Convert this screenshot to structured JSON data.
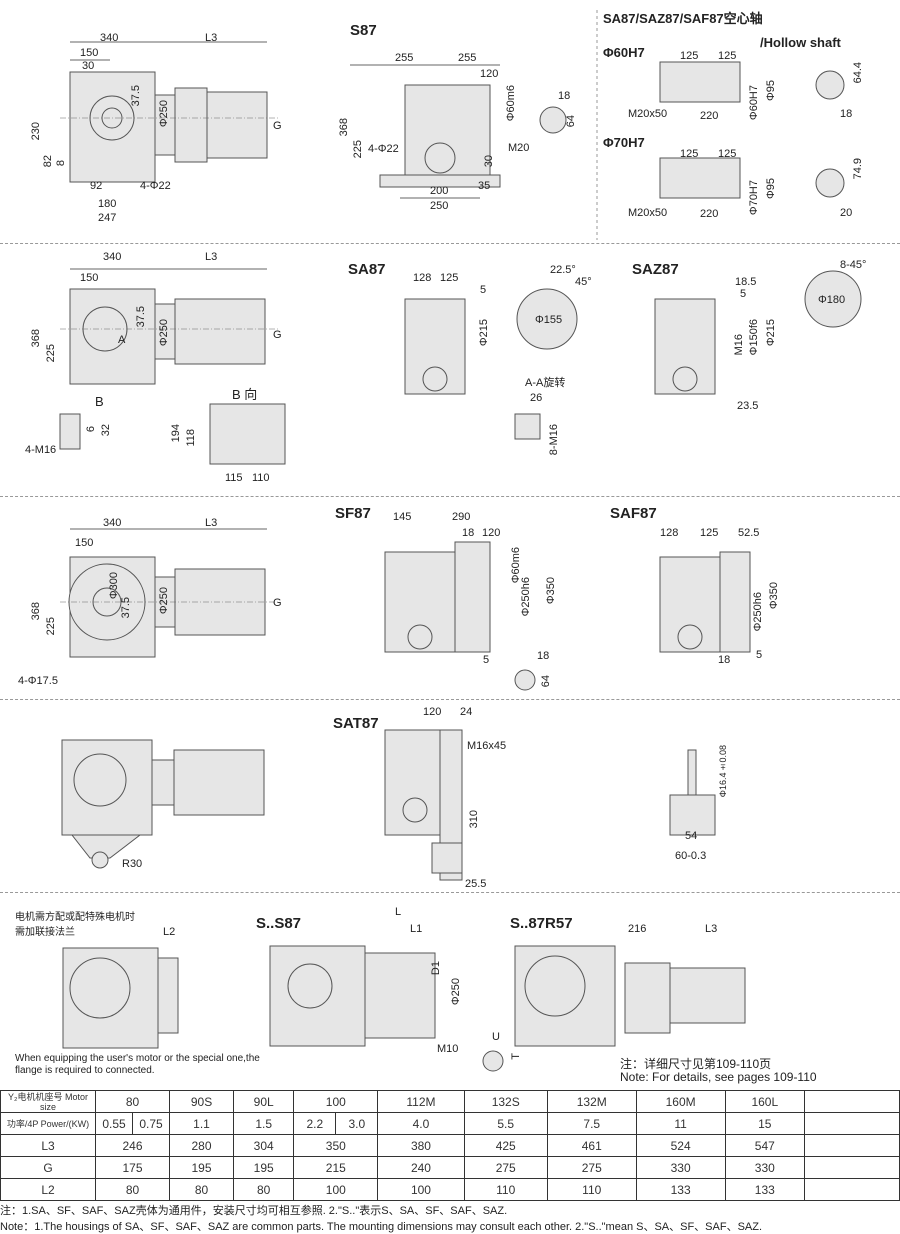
{
  "p1": {
    "title": "S87",
    "hollow_title": "SA87/SAZ87/SAF87空心轴",
    "hollow_sub": "/Hollow shaft",
    "h60": "Φ60H7",
    "h70": "Φ70H7",
    "labels": [
      "340",
      "L3",
      "150",
      "30",
      "37.5",
      "230",
      "82",
      "8",
      "Φ250",
      "G",
      "92",
      "4-Φ22",
      "180",
      "247",
      "255",
      "255",
      "120",
      "368",
      "225",
      "4-Φ22",
      "Φ60m6",
      "18",
      "64",
      "M20",
      "30",
      "35",
      "200",
      "250",
      "125",
      "125",
      "Φ95",
      "Φ60H7",
      "64.4",
      "M20x50",
      "220",
      "18",
      "125",
      "125",
      "Φ95",
      "Φ70H7",
      "74.9",
      "M20x50",
      "220",
      "20"
    ]
  },
  "p2": {
    "sa": "SA87",
    "saz": "SAZ87",
    "bdir": "B 向",
    "aa": "A-A旋转",
    "labels": [
      "340",
      "L3",
      "150",
      "368",
      "225",
      "Φ250",
      "37.5",
      "G",
      "A",
      "B",
      "6",
      "32",
      "4-M16",
      "194",
      "118",
      "115",
      "110",
      "128",
      "125",
      "5",
      "Φ215",
      "22.5°",
      "45°",
      "Φ155",
      "26",
      "8-M16",
      "18.5",
      "5",
      "8-45°",
      "Φ180",
      "M16",
      "Φ150f6",
      "Φ215",
      "23.5"
    ]
  },
  "p3": {
    "sf": "SF87",
    "saf": "SAF87",
    "labels": [
      "340",
      "L3",
      "150",
      "368",
      "225",
      "Φ300",
      "37.5",
      "Φ250",
      "G",
      "4-Φ17.5",
      "145",
      "290",
      "18",
      "120",
      "Φ60m6",
      "Φ250h6",
      "Φ350",
      "5",
      "18",
      "64",
      "128",
      "125",
      "52.5",
      "Φ250h6",
      "Φ350",
      "18",
      "5"
    ]
  },
  "p4": {
    "sat": "SAT87",
    "labels": [
      "120",
      "24",
      "M16x45",
      "310",
      "25.5",
      "R30",
      "Φ16.4±0.08",
      "54",
      "60-0.3"
    ]
  },
  "p5": {
    "left_note_cn": "电机需方配或配特殊电机时需加联接法兰",
    "l2": "L2",
    "ss": "S..S87",
    "sr": "S..87R57",
    "labels": [
      "L",
      "L1",
      "D1",
      "Φ250",
      "M10",
      "U",
      "T",
      "216",
      "L3"
    ],
    "en_note": "When equipping the user's motor or the special one,the flange is required to connected.",
    "ref_cn": "注：详细尺寸见第109-110页",
    "ref_en": "Note: For details, see pages 109-110"
  },
  "table": {
    "motor_size_label": "Y₂电机机座号 Motor size",
    "power_label": "功率/4P Power/(KW)",
    "sizes": [
      "80",
      "90S",
      "90L",
      "100",
      "112M",
      "132S",
      "132M",
      "160M",
      "160L"
    ],
    "powers": [
      "0.55",
      "0.75",
      "1.1",
      "1.5",
      "2.2",
      "3.0",
      "4.0",
      "5.5",
      "7.5",
      "11",
      "15"
    ],
    "rows": [
      {
        "name": "L3",
        "values": [
          "246",
          "280",
          "304",
          "350",
          "380",
          "425",
          "461",
          "524",
          "547"
        ]
      },
      {
        "name": "G",
        "values": [
          "175",
          "195",
          "195",
          "215",
          "240",
          "275",
          "275",
          "330",
          "330"
        ]
      },
      {
        "name": "L2",
        "values": [
          "80",
          "80",
          "80",
          "100",
          "100",
          "110",
          "110",
          "133",
          "133"
        ]
      }
    ]
  },
  "notes": {
    "cn": "注：1.SA、SF、SAF、SAZ壳体为通用件，安装尺寸均可相互参照.   2.\"S..\"表示S、SA、SF、SAF、SAZ.",
    "en": "Note：1.The housings of SA、SF、SAF、SAZ are common parts. The mounting dimensions may consult each other.    2.\"S..\"mean S、SA、SF、SAF、SAZ."
  }
}
